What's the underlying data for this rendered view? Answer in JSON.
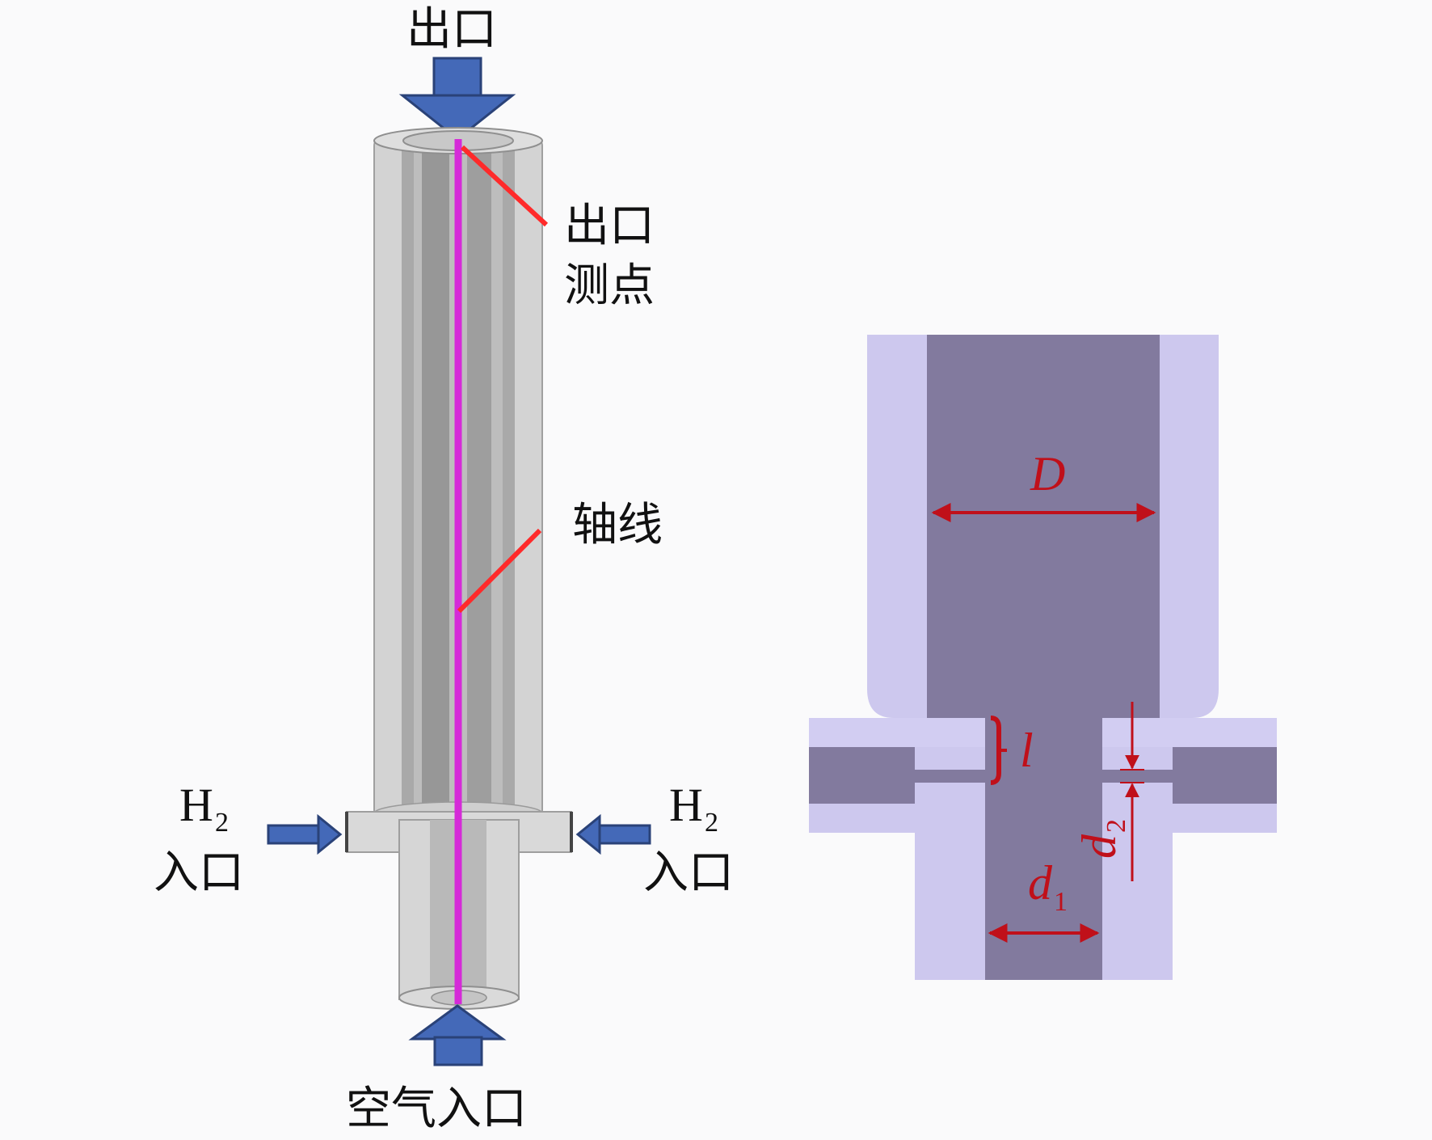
{
  "left": {
    "labels": {
      "outlet_top": "出口",
      "outlet_point_line1": "出口",
      "outlet_point_line2": "测点",
      "axis": "轴线",
      "h2_left_main": "H",
      "h2_left_sub": "2",
      "h2_left_word": "入口",
      "h2_right_main": "H",
      "h2_right_sub": "2",
      "h2_right_word": "入口",
      "air_inlet": "空气入口"
    }
  },
  "right": {
    "dims": {
      "D": "D",
      "l": "l",
      "d1_main": "d",
      "d1_sub": "1",
      "d2_main": "d",
      "d2_sub": "2"
    }
  },
  "colors": {
    "arrow_blue": "#4469b8",
    "axis_magenta": "#d52ad8",
    "leader_red": "#ff2a2a",
    "dim_red": "#c0101a",
    "section_light": "#cdc8ee",
    "section_dark": "#827a9e"
  }
}
